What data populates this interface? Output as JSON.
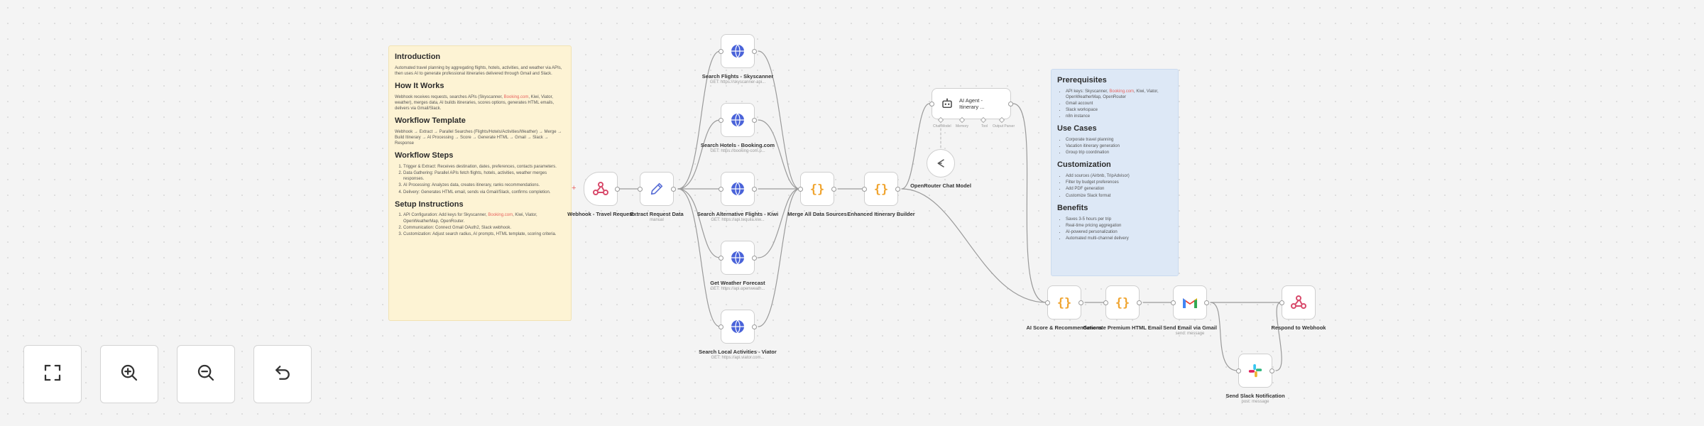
{
  "sticky_intro": {
    "intro_title": "Introduction",
    "intro_text": "Automated travel planning by aggregating flights, hotels, activities, and weather via APIs, then uses AI to generate professional itineraries delivered through Gmail and Slack.",
    "how_title": "How It Works",
    "how_text_before": "Webhook receives requests, searches APIs (Skyscanner, ",
    "how_highlight": "Booking.com",
    "how_text_after": ", Kiwi, Viator, weather), merges data, AI builds itineraries, scores options, generates HTML emails, delivers via Gmail/Slack.",
    "template_title": "Workflow Template",
    "template_text": "Webhook → Extract → Parallel Searches (Flights/Hotels/Activities/Weather) → Merge → Build Itinerary → AI Processing → Score → Generate HTML → Gmail → Slack → Response",
    "steps_title": "Workflow Steps",
    "steps": [
      "Trigger & Extract: Receives destination, dates, preferences, contacts parameters.",
      "Data Gathering: Parallel APIs fetch flights, hotels, activities, weather merges responses.",
      "AI Processing: Analyzes data, creates itinerary, ranks recommendations.",
      "Delivery: Generates HTML email, sends via Gmail/Slack, confirms completion."
    ],
    "setup_title": "Setup Instructions",
    "setup_1_before": "API Configuration: Add keys for Skyscanner, ",
    "setup_1_highlight": "Booking.com",
    "setup_1_after": ", Kiwi, Viator, OpenWeatherMap, OpenRouter.",
    "setup_2": "Communication: Connect Gmail OAuth2, Slack webhook.",
    "setup_3": "Customization: Adjust search radius, AI prompts, HTML template, scoring criteria."
  },
  "sticky_prereq": {
    "prereq_title": "Prerequisites",
    "prereq_1_before": "API keys: Skyscanner, ",
    "prereq_1_highlight": "Booking.com",
    "prereq_1_after": ", Kiwi, Viator, OpenWeatherMap, OpenRouter",
    "prereq_items": [
      "Gmail account",
      "Slack workspace",
      "n8n instance"
    ],
    "usecases_title": "Use Cases",
    "usecases": [
      "Corporate travel planning",
      "Vacation itinerary generation",
      "Group trip coordination"
    ],
    "custom_title": "Customization",
    "custom": [
      "Add sources (Airbnb, TripAdvisor)",
      "Filter by budget preferences",
      "Add PDF generation",
      "Customize Slack format"
    ],
    "benefits_title": "Benefits",
    "benefits": [
      "Saves 3-5 hours per trip",
      "Real-time pricing aggregation",
      "AI-powered personalization",
      "Automated multi-channel delivery"
    ]
  },
  "nodes": {
    "webhook": {
      "label": "Webhook - Travel Request",
      "icon": "webhook-icon"
    },
    "extract": {
      "label": "Extract Request Data",
      "sub": "manual",
      "icon": "pencil-icon"
    },
    "flights": {
      "label": "Search Flights - Skyscanner",
      "sub": "GET: https://skyscanner-api...",
      "icon": "globe-icon"
    },
    "hotels": {
      "label": "Search Hotels - Booking.com",
      "sub": "GET: https://booking-com.p...",
      "icon": "globe-icon"
    },
    "alt_flights": {
      "label": "Search Alternative Flights - Kiwi",
      "sub": "GET: https://api.tequila.kiw...",
      "icon": "globe-icon"
    },
    "weather": {
      "label": "Get Weather Forecast",
      "sub": "GET: https://api.openweath...",
      "icon": "globe-icon"
    },
    "activities": {
      "label": "Search Local Activities - Viator",
      "sub": "GET: https://api.viator.com...",
      "icon": "globe-icon"
    },
    "merge": {
      "label": "Merge All Data Sources",
      "icon": "code-icon"
    },
    "builder": {
      "label": "Enhanced Itinerary Builder",
      "icon": "code-icon"
    },
    "ai_agent": {
      "label_line1": "AI Agent -",
      "label_line2": "Itinerary ...",
      "icon": "robot-icon"
    },
    "openrouter": {
      "label": "OpenRouter Chat Model",
      "icon": "openrouter-icon"
    },
    "score": {
      "label": "AI Score & Recommendations",
      "icon": "code-icon"
    },
    "html_email": {
      "label": "Generate Premium HTML Email",
      "icon": "code-icon"
    },
    "gmail": {
      "label": "Send Email via Gmail",
      "sub": "send: message",
      "icon": "gmail-icon"
    },
    "slack": {
      "label": "Send Slack Notification",
      "sub": "post: message",
      "icon": "slack-icon"
    },
    "respond": {
      "label": "Respond to Webhook",
      "icon": "webhook-icon"
    }
  },
  "agent_ports": {
    "chat_model": "Chat Model",
    "memory": "Memory",
    "tool": "Tool",
    "output_parser": "Output Parser"
  },
  "controls": {
    "fit": {
      "icon": "fit-view-icon"
    },
    "zoom_in": {
      "icon": "zoom-in-icon"
    },
    "zoom_out": {
      "icon": "zoom-out-icon"
    },
    "undo": {
      "icon": "undo-icon"
    }
  },
  "colors": {
    "canvas": "#f4f4f4",
    "sticky_yellow": "#fdf3d4",
    "sticky_blue": "#dde8f6",
    "node_border": "#cfcfcf",
    "globe": "#4a63d9",
    "code": "#f0a531",
    "webhook": "#d84a6b",
    "highlight": "#e8625d"
  }
}
